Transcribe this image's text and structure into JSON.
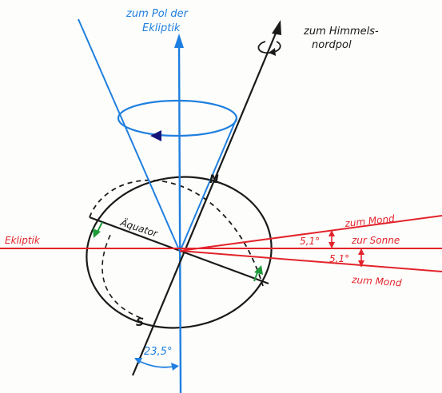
{
  "labels": {
    "ecliptic_pole_line1": "zum Pol der",
    "ecliptic_pole_line2": "Ekliptik",
    "celestial_pole_line1": "zum Himmels-",
    "celestial_pole_line2": "nordpol",
    "north": "N",
    "south": "S",
    "equator": "Äquator",
    "ecliptic": "Ekliptik",
    "moon_upper": "zum Mond",
    "sun": "zur Sonne",
    "moon_lower": "zum Mond",
    "inclination_upper": "5,1°",
    "inclination_lower": "5,1°",
    "axial_tilt": "23,5°"
  },
  "colors": {
    "black_ink": "#1a1a1a",
    "blue_ink": "#1f7fe0",
    "red_ink": "#e3232b",
    "green_ink": "#1f9a3a",
    "navy_arrow": "#14147a"
  }
}
